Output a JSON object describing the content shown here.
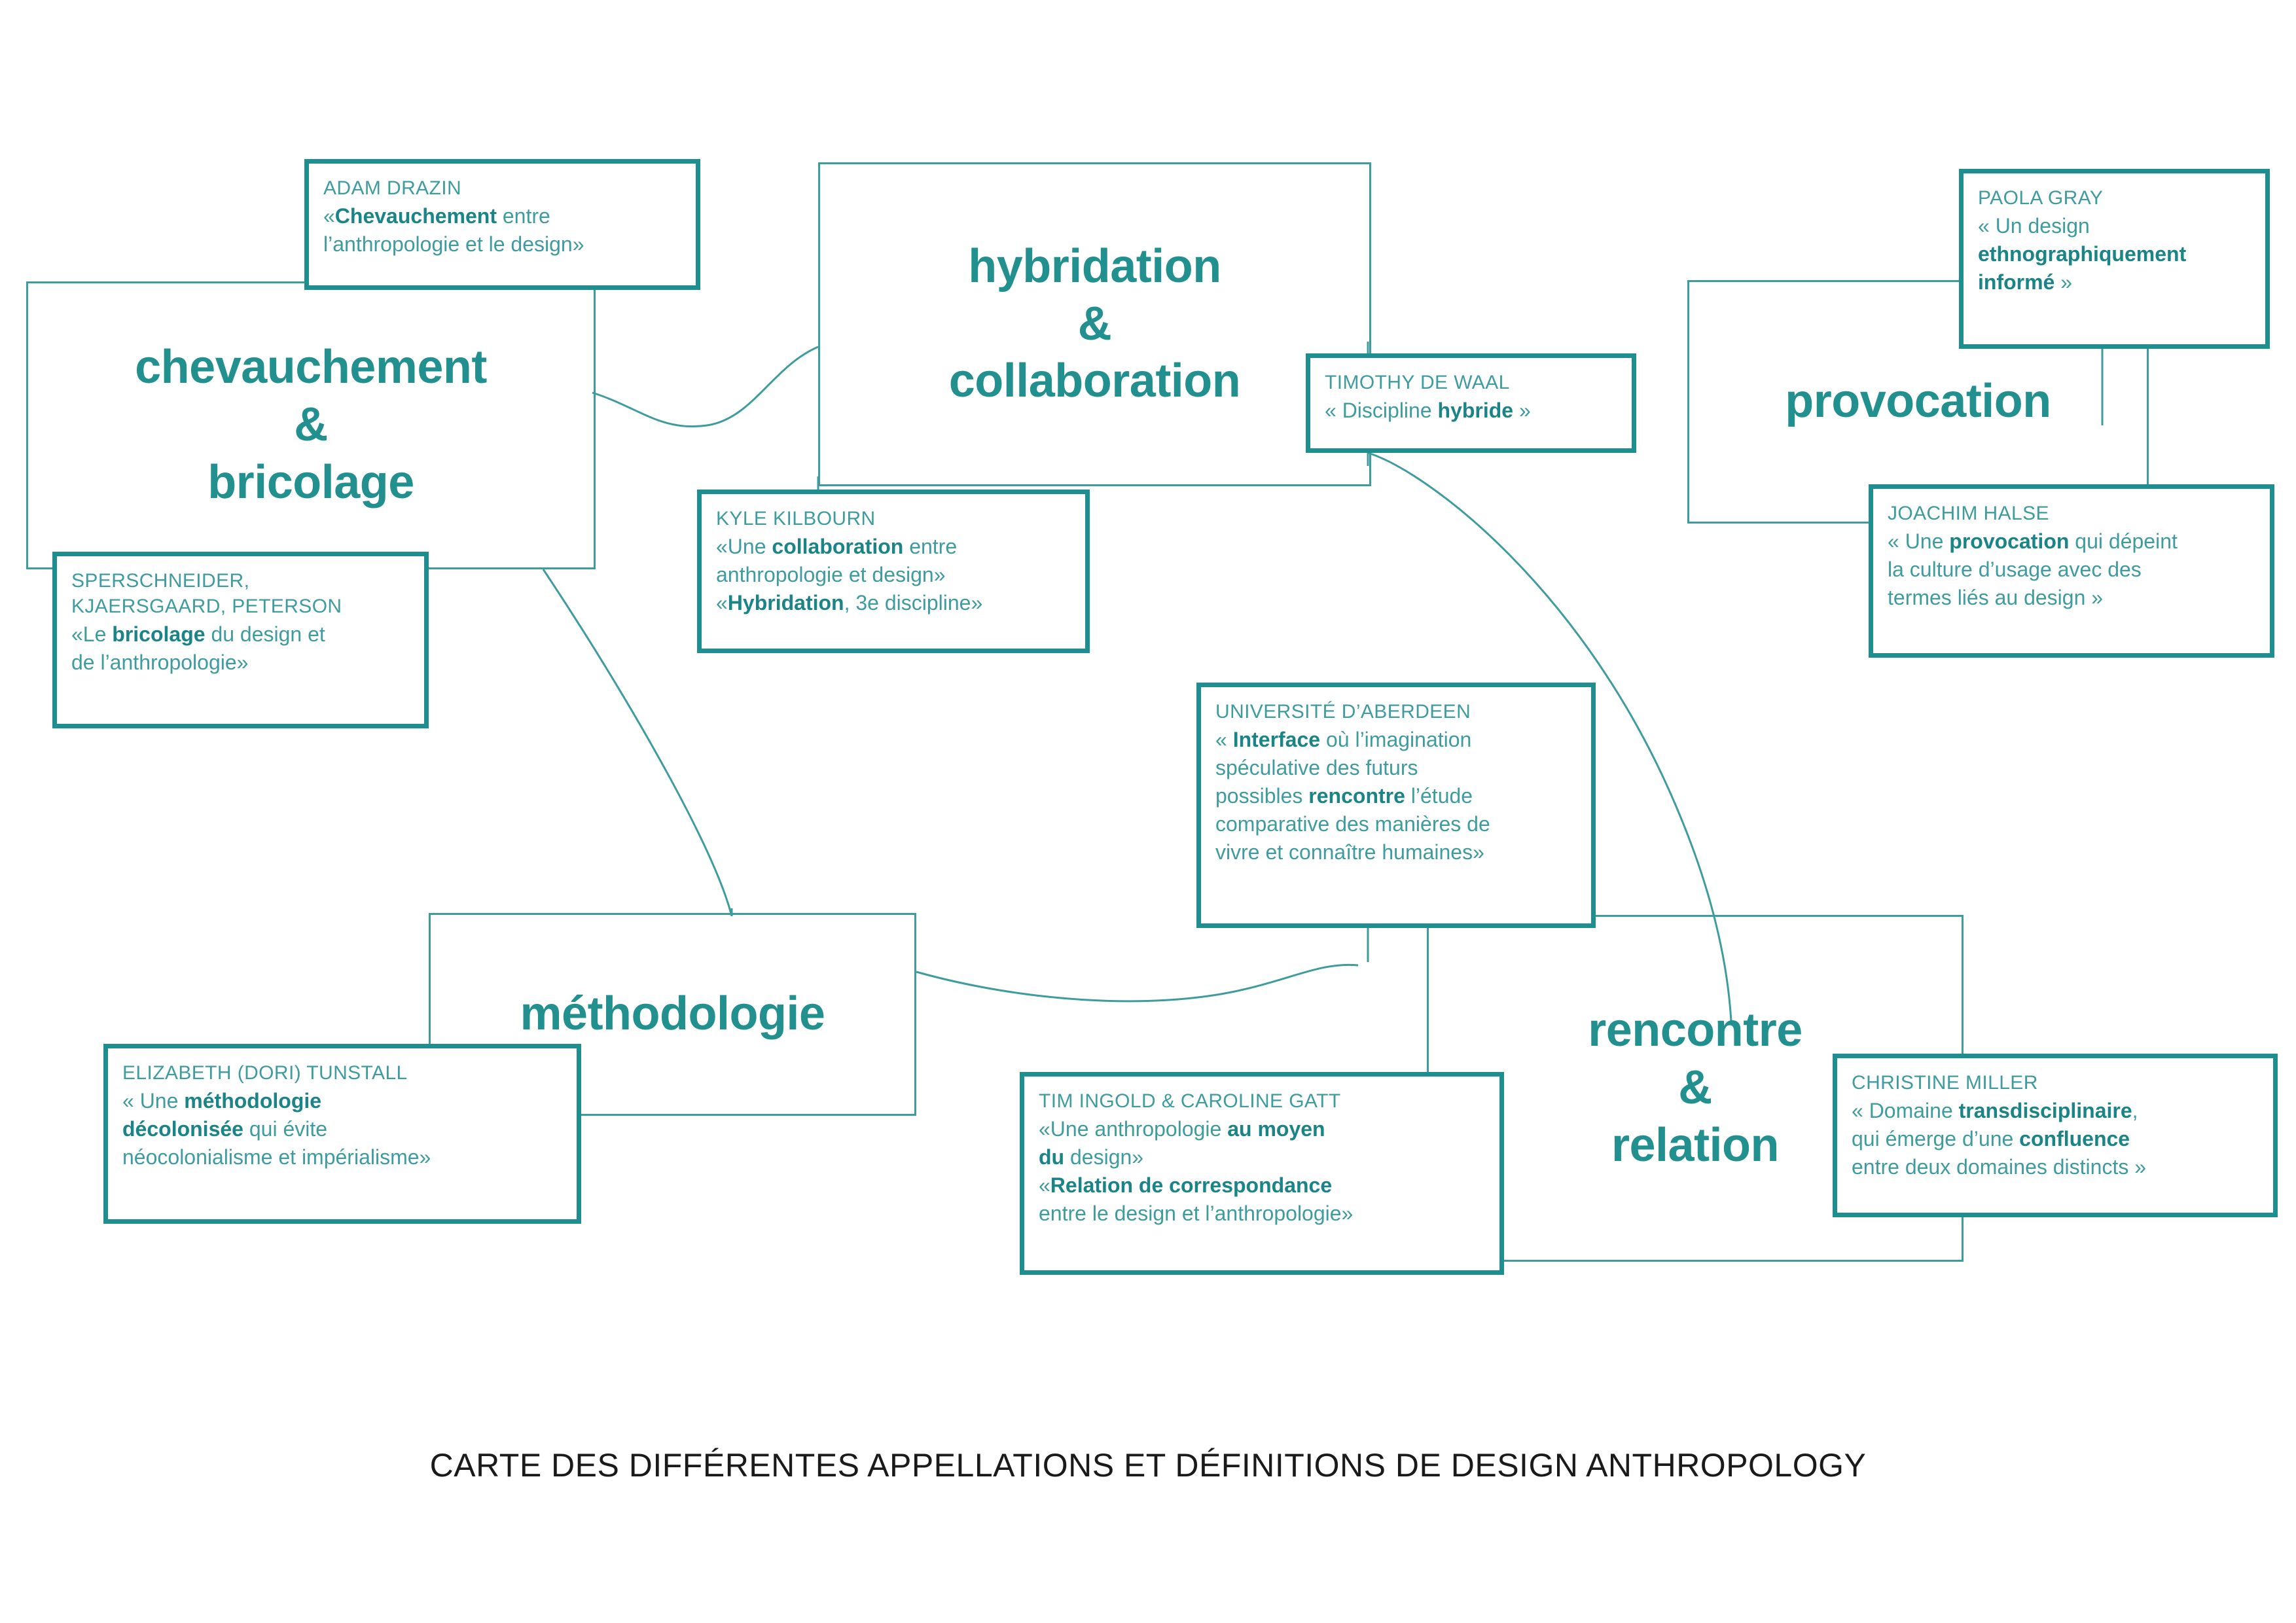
{
  "colors": {
    "teal_dark": "#1f8e91",
    "teal_mid": "#22908f",
    "teal_light": "#3f9c9e",
    "caption": "#1a1a1a",
    "background": "#ffffff"
  },
  "caption": "CARTE DES DIFFÉRENTES APPELLATIONS ET DÉFINITIONS DE DESIGN ANTHROPOLOGY",
  "concepts": [
    {
      "id": "chevauchement",
      "label": "chevauchement\n&\nbricolage"
    },
    {
      "id": "hybridation",
      "label": "hybridation\n&\ncollaboration"
    },
    {
      "id": "provocation",
      "label": "provocation"
    },
    {
      "id": "methodologie",
      "label": "méthodologie"
    },
    {
      "id": "rencontre",
      "label": "rencontre\n&\nrelation"
    }
  ],
  "quotes": [
    {
      "id": "adam-drazin",
      "author": "ADAM DRAZIN",
      "lines": [
        [
          {
            "t": "«",
            "b": false
          },
          {
            "t": "Chevauchement",
            "b": true
          },
          {
            "t": " entre",
            "b": false
          }
        ],
        [
          {
            "t": "l’anthropologie et le design»",
            "b": false
          }
        ]
      ]
    },
    {
      "id": "sperschneider",
      "author": "SPERSCHNEIDER,\nKJAERSGAARD, PETERSON",
      "lines": [
        [
          {
            "t": "«Le ",
            "b": false
          },
          {
            "t": "bricolage",
            "b": true
          },
          {
            "t": " du design et",
            "b": false
          }
        ],
        [
          {
            "t": "de l’anthropologie»",
            "b": false
          }
        ]
      ]
    },
    {
      "id": "kyle-kilbourn",
      "author": "KYLE KILBOURN",
      "lines": [
        [
          {
            "t": "«Une ",
            "b": false
          },
          {
            "t": "collaboration",
            "b": true
          },
          {
            "t": " entre",
            "b": false
          }
        ],
        [
          {
            "t": "anthropologie et design»",
            "b": false
          }
        ],
        [
          {
            "t": "«",
            "b": false
          },
          {
            "t": "Hybridation",
            "b": true
          },
          {
            "t": ", 3e discipline»",
            "b": false
          }
        ]
      ]
    },
    {
      "id": "timothy-de-waal",
      "author": "TIMOTHY DE WAAL",
      "lines": [
        [
          {
            "t": "« Discipline ",
            "b": false
          },
          {
            "t": "hybride",
            "b": true
          },
          {
            "t": " »",
            "b": false
          }
        ]
      ]
    },
    {
      "id": "paola-gray",
      "author": "PAOLA GRAY",
      "lines": [
        [
          {
            "t": "« Un design",
            "b": false
          }
        ],
        [
          {
            "t": "ethnographiquement",
            "b": true
          }
        ],
        [
          {
            "t": "informé",
            "b": true
          },
          {
            "t": " »",
            "b": false
          }
        ]
      ]
    },
    {
      "id": "joachim-halse",
      "author": "JOACHIM HALSE",
      "lines": [
        [
          {
            "t": "« Une ",
            "b": false
          },
          {
            "t": "provocation",
            "b": true
          },
          {
            "t": " qui dépeint",
            "b": false
          }
        ],
        [
          {
            "t": "la culture d’usage avec des",
            "b": false
          }
        ],
        [
          {
            "t": "termes liés au design »",
            "b": false
          }
        ]
      ]
    },
    {
      "id": "universite-aberdeen",
      "author": "UNIVERSITÉ D’ABERDEEN",
      "lines": [
        [
          {
            "t": "« ",
            "b": false
          },
          {
            "t": "Interface",
            "b": true
          },
          {
            "t": " où l’imagination",
            "b": false
          }
        ],
        [
          {
            "t": "spéculative des futurs",
            "b": false
          }
        ],
        [
          {
            "t": "possibles ",
            "b": false
          },
          {
            "t": "rencontre",
            "b": true
          },
          {
            "t": " l’étude",
            "b": false
          }
        ],
        [
          {
            "t": "comparative des manières de",
            "b": false
          }
        ],
        [
          {
            "t": "vivre et connaître humaines»",
            "b": false
          }
        ]
      ]
    },
    {
      "id": "elizabeth-tunstall",
      "author": "ELIZABETH (DORI) TUNSTALL",
      "lines": [
        [
          {
            "t": "« Une ",
            "b": false
          },
          {
            "t": "méthodologie",
            "b": true
          }
        ],
        [
          {
            "t": "décolonisée",
            "b": true
          },
          {
            "t": " qui évite",
            "b": false
          }
        ],
        [
          {
            "t": "néocolonialisme et impérialisme»",
            "b": false
          }
        ]
      ]
    },
    {
      "id": "tim-ingold-caroline-gatt",
      "author": "TIM INGOLD & CAROLINE GATT",
      "lines": [
        [
          {
            "t": "«Une anthropologie ",
            "b": false
          },
          {
            "t": "au moyen",
            "b": true
          }
        ],
        [
          {
            "t": "du",
            "b": true
          },
          {
            "t": " design»",
            "b": false
          }
        ],
        [
          {
            "t": "«",
            "b": false
          },
          {
            "t": "Relation de correspondance",
            "b": true
          }
        ],
        [
          {
            "t": "entre le design et l’anthropologie»",
            "b": false
          }
        ]
      ]
    },
    {
      "id": "christine-miller",
      "author": "CHRISTINE MILLER",
      "lines": [
        [
          {
            "t": "« Domaine ",
            "b": false
          },
          {
            "t": "transdisciplinaire",
            "b": true
          },
          {
            "t": ",",
            "b": false
          }
        ],
        [
          {
            "t": "qui émerge d’une ",
            "b": false
          },
          {
            "t": "confluence",
            "b": true
          }
        ],
        [
          {
            "t": "entre deux domaines distincts »",
            "b": false
          }
        ]
      ]
    }
  ]
}
